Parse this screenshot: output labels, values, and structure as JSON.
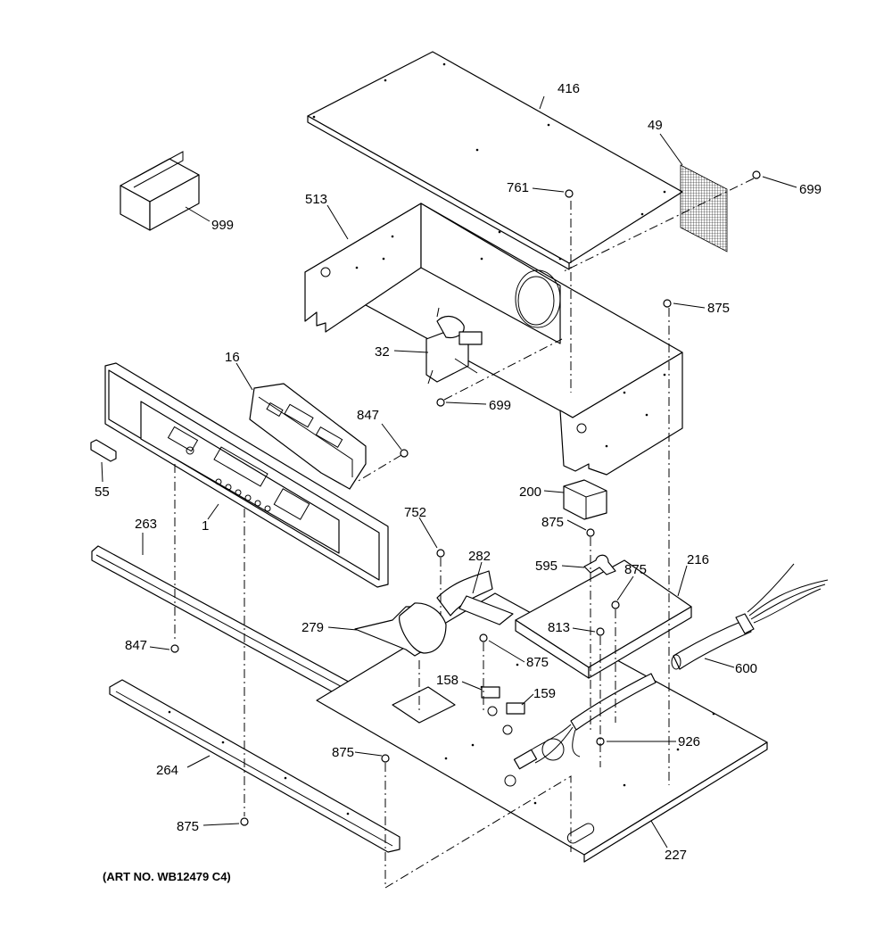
{
  "art_number": "(ART NO. WB12479 C4)",
  "callouts": {
    "c416": "416",
    "c49": "49",
    "c699a": "699",
    "c761": "761",
    "c513": "513",
    "c999": "999",
    "c875a": "875",
    "c32": "32",
    "c699b": "699",
    "c16": "16",
    "c847a": "847",
    "c55": "55",
    "c1": "1",
    "c200": "200",
    "c875b": "875",
    "c752": "752",
    "c263": "263",
    "c595": "595",
    "c282": "282",
    "c875c": "875",
    "c216": "216",
    "c279": "279",
    "c813": "813",
    "c847b": "847",
    "c875d": "875",
    "c600": "600",
    "c158": "158",
    "c159": "159",
    "c926": "926",
    "c875e": "875",
    "c264": "264",
    "c875f": "875",
    "c227": "227"
  }
}
